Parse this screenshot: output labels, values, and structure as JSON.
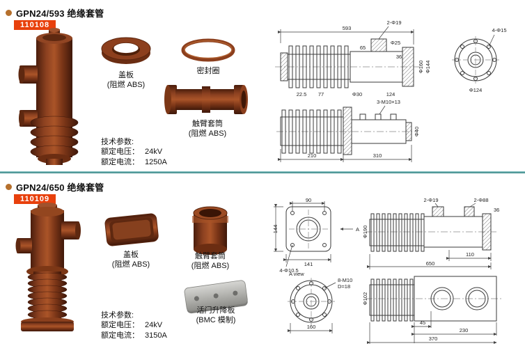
{
  "sections": [
    {
      "title": "GPN24/593 绝缘套管",
      "code": "110108",
      "parts": [
        {
          "name": "盖板",
          "material": "(阻燃 ABS)"
        },
        {
          "name": "密封圈",
          "material": ""
        },
        {
          "name": "触臂套筒",
          "material": "(阻燃 ABS)"
        }
      ],
      "specs": {
        "heading": "技术参数:",
        "rows": [
          {
            "label": "额定电压：",
            "value": "24kV"
          },
          {
            "label": "额定电流：",
            "value": "1250A"
          }
        ]
      },
      "dims": {
        "total": "593",
        "holes_top": "2-Φ19",
        "d65": "65",
        "d25": "Φ25",
        "d36": "36",
        "d22_5": "22.5",
        "d77": "77",
        "d30": "Φ30",
        "d124": "124",
        "d160": "Φ160",
        "d144": "Φ144",
        "bolt_holes": "4-Φ15",
        "flange_dia": "Φ124",
        "studs": "3-M10×13",
        "d40": "Φ40",
        "len1": "210",
        "len2": "310"
      }
    },
    {
      "title": "GPN24/650 绝缘套管",
      "code": "110109",
      "parts": [
        {
          "name": "盖板",
          "material": "(阻燃 ABS)"
        },
        {
          "name": "触臂套筒",
          "material": "(阻燃 ABS)"
        },
        {
          "name": "活门升降板",
          "material": "(BMC 模制)"
        }
      ],
      "specs": {
        "heading": "技术参数:",
        "rows": [
          {
            "label": "额定电压：",
            "value": "24kV"
          },
          {
            "label": "额定电流：",
            "value": "3150A"
          }
        ]
      },
      "dims": {
        "w90": "90",
        "h144": "144",
        "w141": "141",
        "corner_holes": "4-Φ10.5",
        "arrow": "A",
        "view_label": "A view",
        "bolts": "8-M10",
        "depth": "D=18",
        "d160": "160",
        "holes1": "2-Φ19",
        "holes2": "2-Φ88",
        "d36": "36",
        "d110": "110",
        "d190": "Φ190",
        "total": "650",
        "d102": "Φ102",
        "d45": "45",
        "len1": "230",
        "len2": "370"
      }
    }
  ]
}
